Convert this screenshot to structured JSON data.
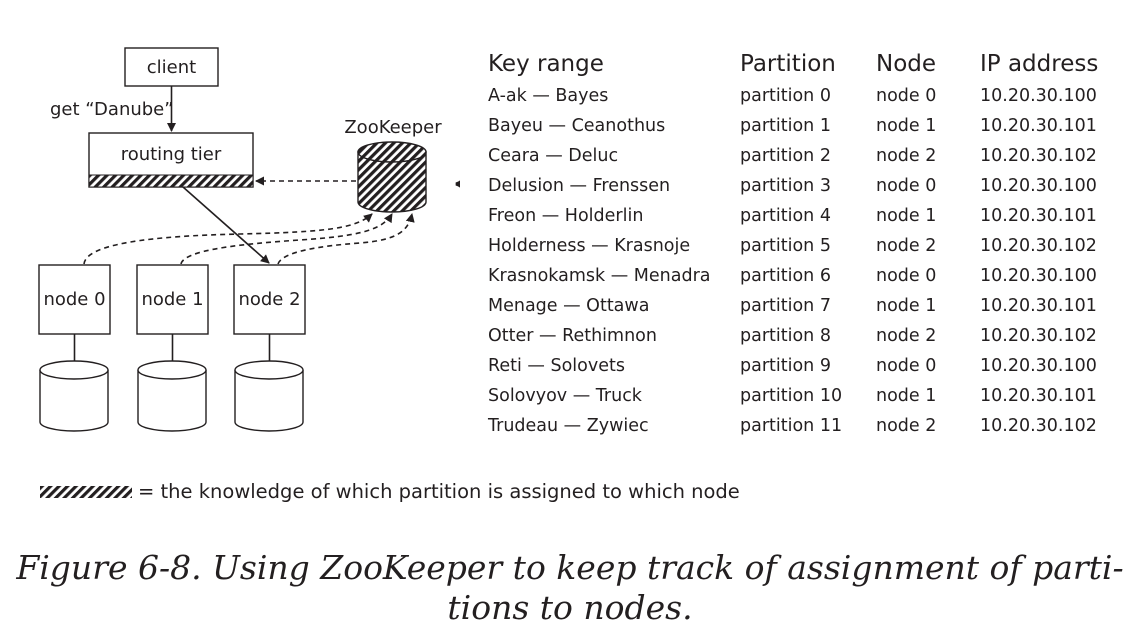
{
  "diagram": {
    "client_label": "client",
    "request_label": "get “Danube”",
    "routing_tier_label": "routing tier",
    "zookeeper_label": "ZooKeeper",
    "nodes": [
      "node 0",
      "node 1",
      "node 2"
    ]
  },
  "table": {
    "headers": {
      "key_range": "Key range",
      "partition": "Partition",
      "node": "Node",
      "ip_address": "IP address"
    },
    "rows": [
      {
        "key_range": "A-ak — Bayes",
        "partition": "partition 0",
        "node": "node 0",
        "ip": "10.20.30.100"
      },
      {
        "key_range": "Bayeu — Ceanothus",
        "partition": "partition 1",
        "node": "node 1",
        "ip": "10.20.30.101"
      },
      {
        "key_range": "Ceara — Deluc",
        "partition": "partition 2",
        "node": "node 2",
        "ip": "10.20.30.102"
      },
      {
        "key_range": "Delusion — Frenssen",
        "partition": "partition 3",
        "node": "node 0",
        "ip": "10.20.30.100"
      },
      {
        "key_range": "Freon — Holderlin",
        "partition": "partition 4",
        "node": "node 1",
        "ip": "10.20.30.101"
      },
      {
        "key_range": "Holderness — Krasnoje",
        "partition": "partition 5",
        "node": "node 2",
        "ip": "10.20.30.102"
      },
      {
        "key_range": "Krasnokamsk — Menadra",
        "partition": "partition 6",
        "node": "node 0",
        "ip": "10.20.30.100"
      },
      {
        "key_range": "Menage — Ottawa",
        "partition": "partition 7",
        "node": "node 1",
        "ip": "10.20.30.101"
      },
      {
        "key_range": "Otter — Rethimnon",
        "partition": "partition 8",
        "node": "node 2",
        "ip": "10.20.30.102"
      },
      {
        "key_range": "Reti — Solovets",
        "partition": "partition 9",
        "node": "node 0",
        "ip": "10.20.30.100"
      },
      {
        "key_range": "Solovyov — Truck",
        "partition": "partition 10",
        "node": "node 1",
        "ip": "10.20.30.101"
      },
      {
        "key_range": "Trudeau — Zywiec",
        "partition": "partition 11",
        "node": "node 2",
        "ip": "10.20.30.102"
      }
    ]
  },
  "legend": {
    "text": "= the knowledge of which partition is assigned to which node"
  },
  "caption": {
    "line1": "Figure 6-8. Using ZooKeeper to keep track of assignment of parti-",
    "line2": "tions to nodes."
  },
  "colors": {
    "ink": "#231f20",
    "background": "#ffffff"
  }
}
